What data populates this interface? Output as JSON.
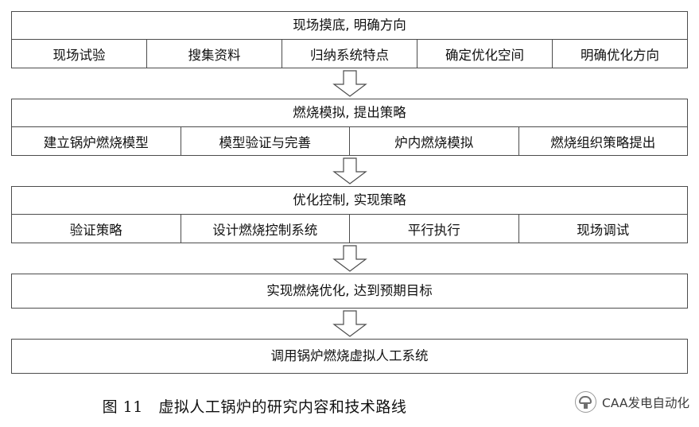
{
  "figure": {
    "caption": "图 11　虚拟人工锅炉的研究内容和技术路线"
  },
  "flow": {
    "stages": [
      {
        "title": "现场摸底, 明确方向",
        "cells": [
          "现场试验",
          "搜集资料",
          "归纳系统特点",
          "确定优化空间",
          "明确优化方向"
        ]
      },
      {
        "title": "燃烧模拟, 提出策略",
        "cells": [
          "建立锅炉燃烧模型",
          "模型验证与完善",
          "炉内燃烧模拟",
          "燃烧组织策略提出"
        ]
      },
      {
        "title": "优化控制, 实现策略",
        "cells": [
          "验证策略",
          "设计燃烧控制系统",
          "平行执行",
          "现场调试"
        ]
      },
      {
        "title": "实现燃烧优化, 达到预期目标",
        "cells": []
      },
      {
        "title": "调用锅炉燃烧虚拟人工系统",
        "cells": []
      }
    ],
    "arrow_icon": "arrow-down-icon"
  },
  "watermark": {
    "text": "CAA发电自动化",
    "logo_icon": "caa-logo-icon"
  },
  "colors": {
    "border": "#4c4c4c",
    "text": "#111111",
    "background": "#ffffff"
  }
}
